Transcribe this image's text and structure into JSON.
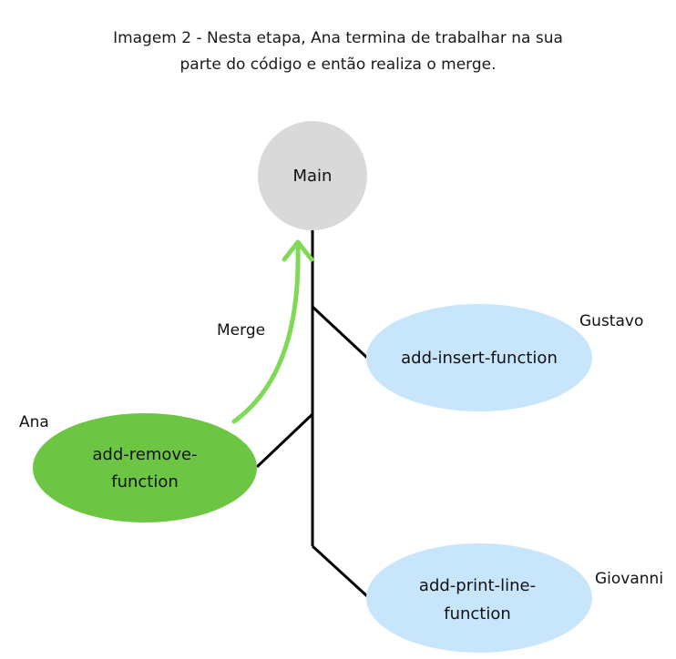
{
  "caption": {
    "line1": "Imagem 2 - Nesta etapa, Ana termina de trabalhar na sua",
    "line2": "parte do código e então realiza o merge."
  },
  "nodes": {
    "main": {
      "label": "Main",
      "color": "#d9d9d9"
    },
    "insert": {
      "label": "add-insert-function",
      "owner": "Gustavo",
      "color": "#c8e6fb"
    },
    "remove": {
      "label_line1": "add-remove-",
      "label_line2": "function",
      "owner": "Ana",
      "color": "#6cc644"
    },
    "print": {
      "label_line1": "add-print-line-",
      "label_line2": "function",
      "owner": "Giovanni",
      "color": "#c8e6fb"
    }
  },
  "merge": {
    "label": "Merge",
    "color": "#7fd957"
  },
  "line_color": "#000000"
}
